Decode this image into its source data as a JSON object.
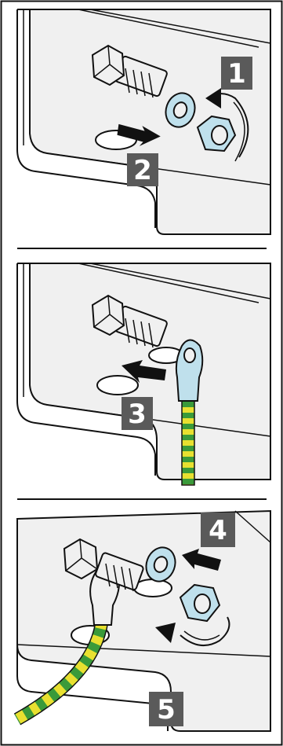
{
  "steps": [
    {
      "number": "1"
    },
    {
      "number": "2"
    },
    {
      "number": "3"
    },
    {
      "number": "4"
    },
    {
      "number": "5"
    }
  ],
  "colors": {
    "metal_fill": "#f0f0f0",
    "outline": "#111111",
    "washer_nut_fill": "#bfe0ec",
    "label_box": "#5a5a5a",
    "label_text": "#ffffff",
    "wire_green": "#3a9a3a",
    "wire_yellow": "#e8e030",
    "separator": "#111111"
  }
}
